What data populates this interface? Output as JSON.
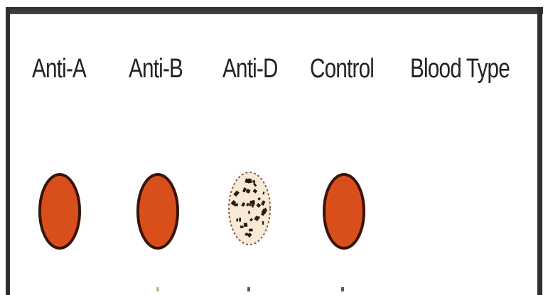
{
  "columns": [
    {
      "label": "Anti-A",
      "reaction": "agglutination"
    },
    {
      "label": "Anti-B",
      "reaction": "agglutination"
    },
    {
      "label": "Anti-D",
      "reaction": "clumped-dots"
    },
    {
      "label": "Control",
      "reaction": "agglutination"
    },
    {
      "label": "Blood Type",
      "reaction": "empty"
    }
  ],
  "colors": {
    "well_fill": "#d94f1b",
    "well_stroke": "#3a1408",
    "dot_fill": "#f6e9d6",
    "dot_specks": "#2a1a10",
    "frame": "#2f2f2f",
    "text": "#222222"
  }
}
